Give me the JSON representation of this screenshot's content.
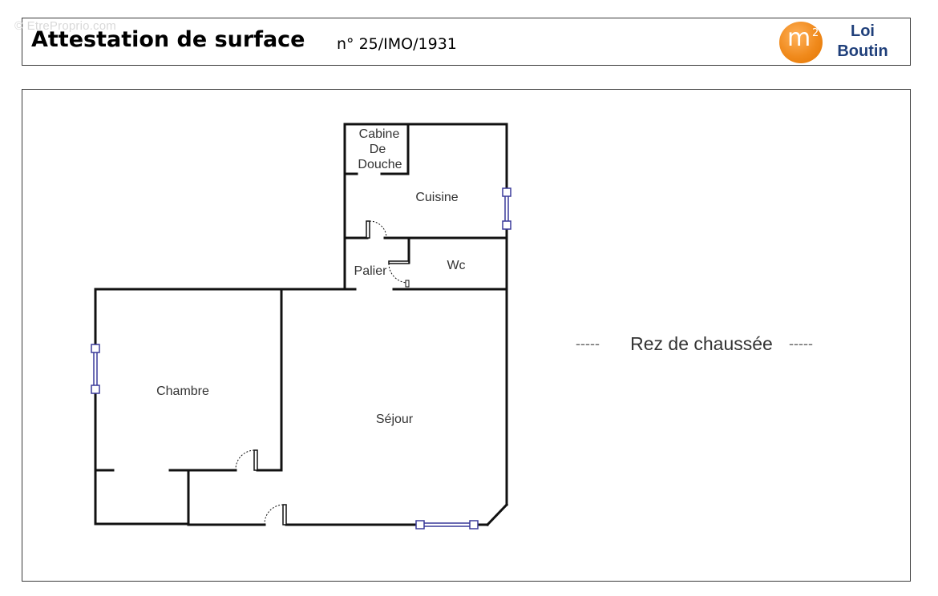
{
  "watermark": "© EtreProprio.com",
  "header": {
    "title": "Attestation de surface",
    "number": "n° 25/IMO/1931",
    "logo": {
      "symbol": "m",
      "superscript": "2",
      "line1": "Loi",
      "line2": "Boutin",
      "accent_color": "#f08a1c",
      "text_color": "#1f3f7a"
    }
  },
  "plan": {
    "rooms": {
      "cabine_line1": "Cabine",
      "cabine_line2": "De",
      "cabine_line3": "Douche",
      "cuisine": "Cuisine",
      "palier": "Palier",
      "wc": "Wc",
      "chambre": "Chambre",
      "sejour": "Séjour"
    },
    "level_label": "Rez de chaussée",
    "level_dashes_left": "-----",
    "level_dashes_right": "-----",
    "wall_color": "#111111",
    "window_color": "#3a3a9a"
  }
}
